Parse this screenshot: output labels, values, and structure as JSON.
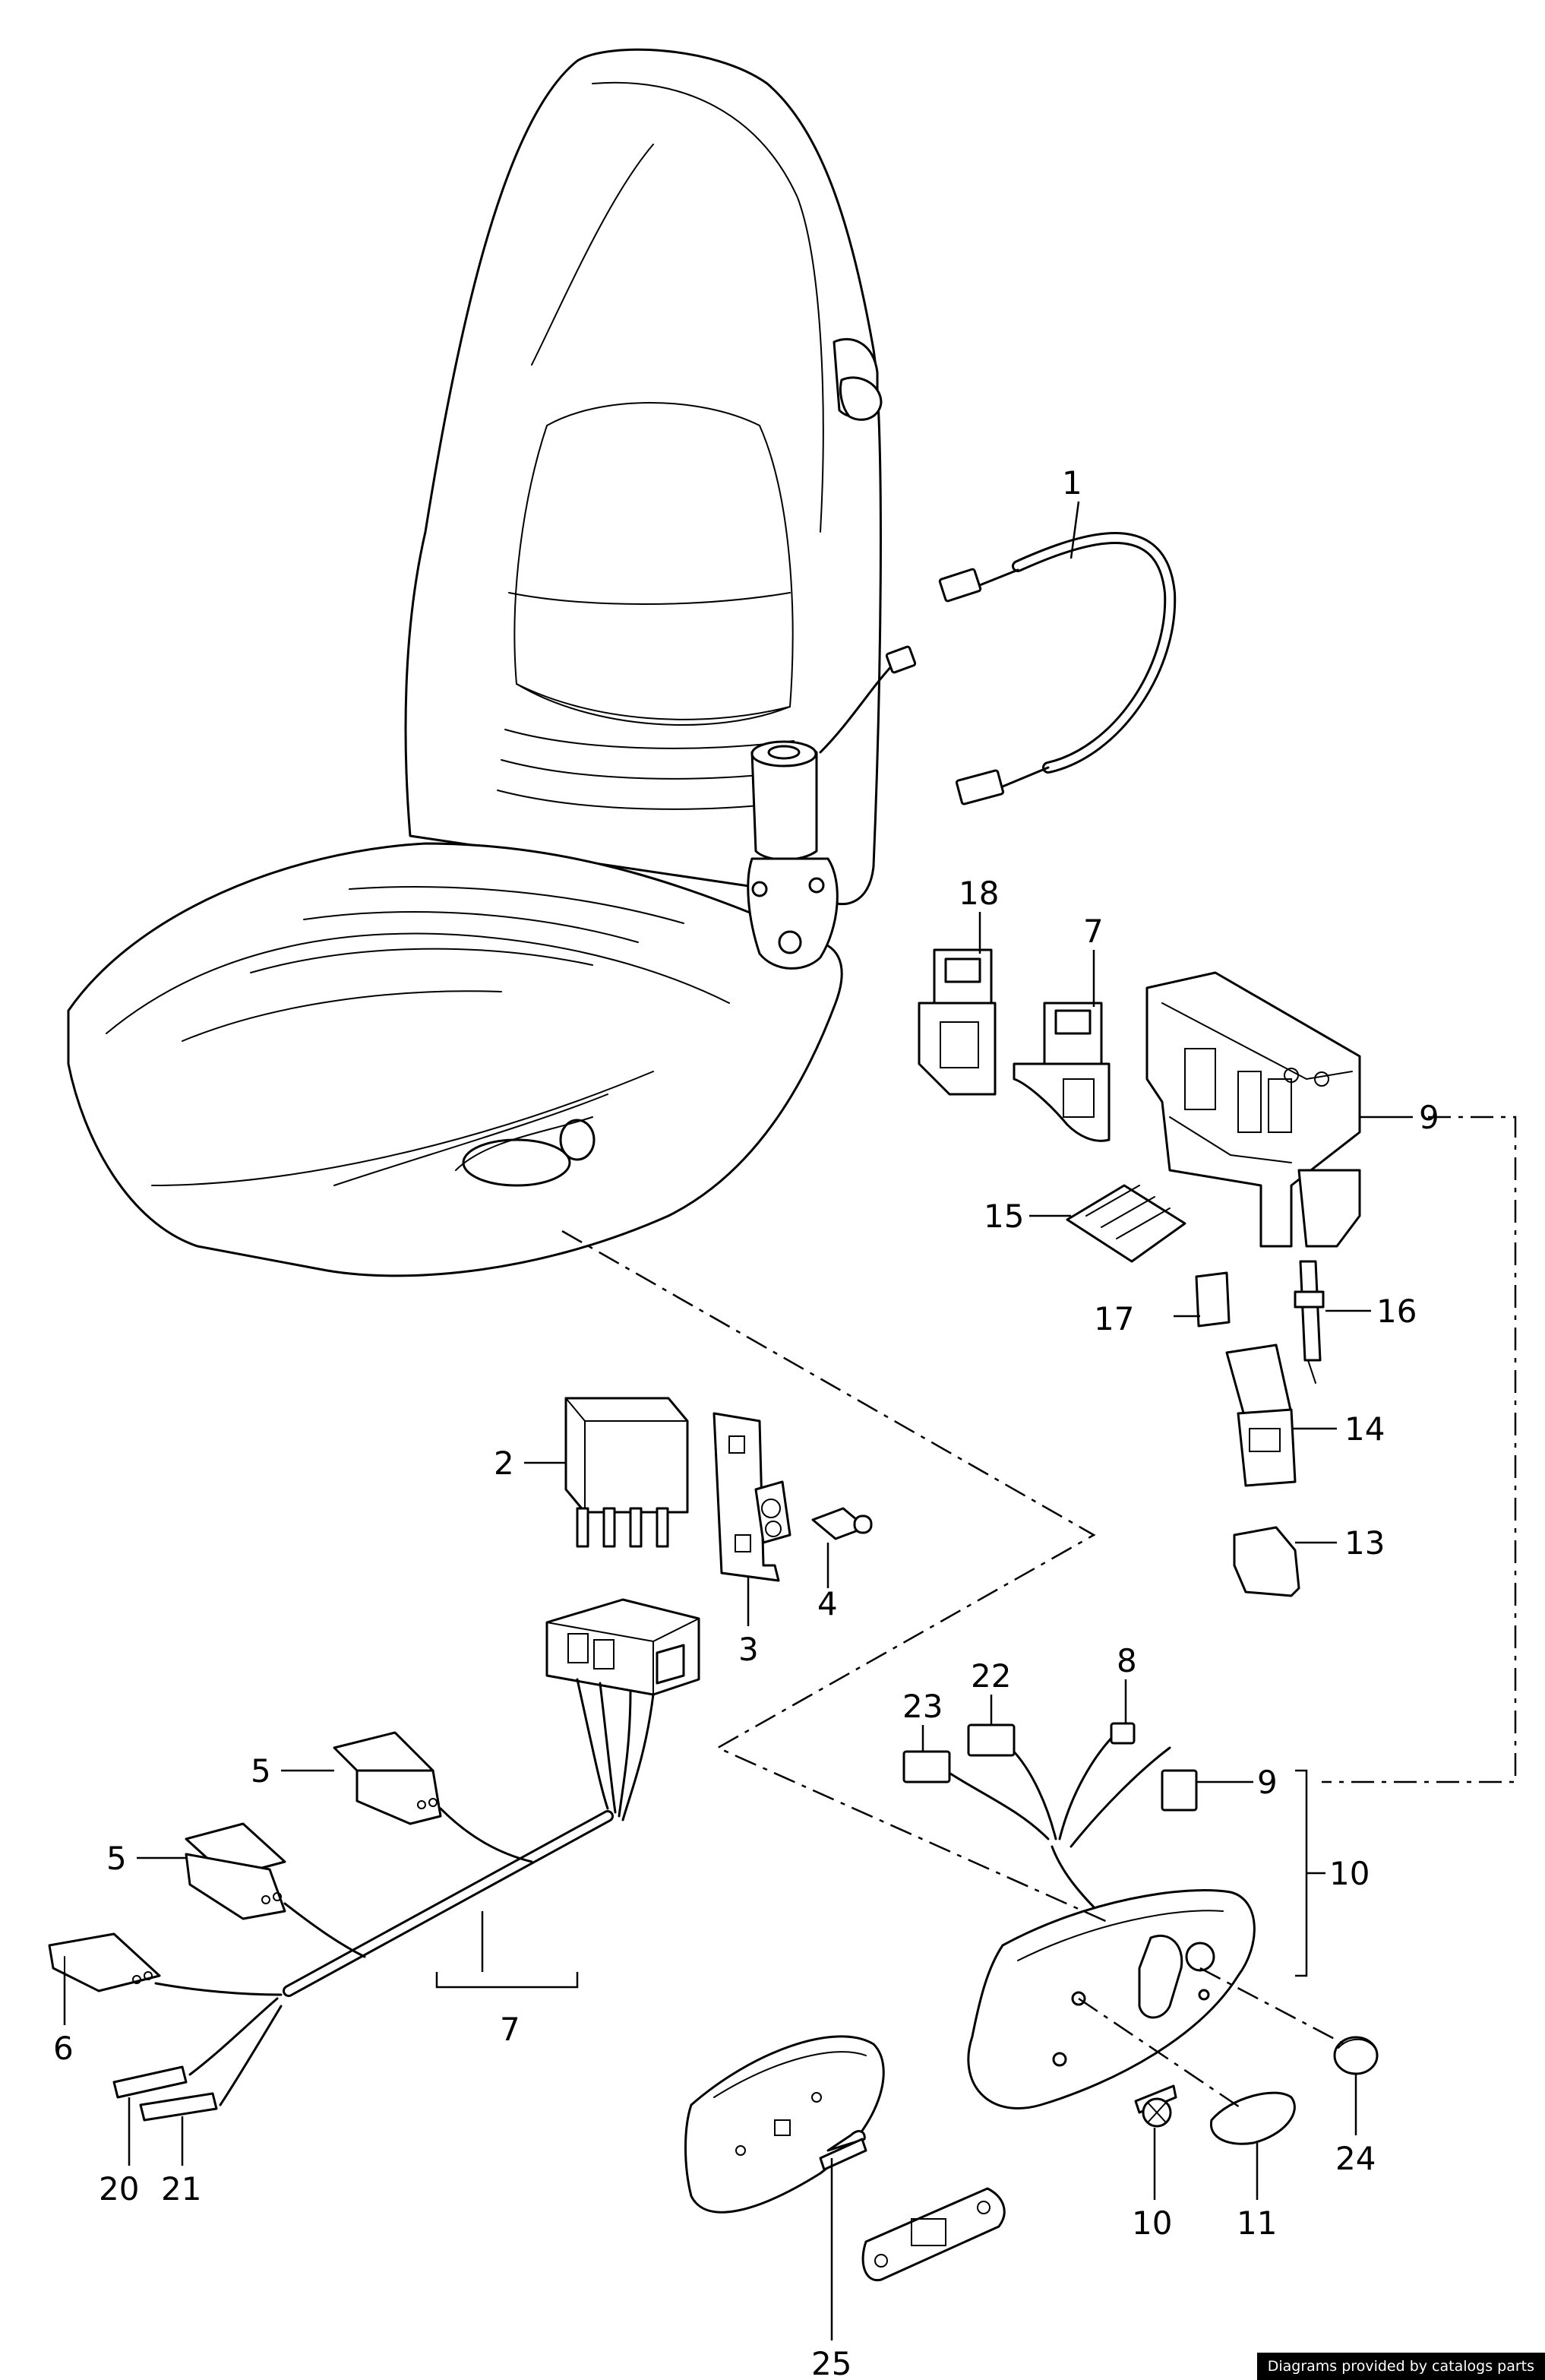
{
  "callouts": {
    "c1": "1",
    "c2": "2",
    "c3": "3",
    "c4": "4",
    "c5a": "5",
    "c5b": "5",
    "c6": "6",
    "c7a": "7",
    "c7b": "7",
    "c8": "8",
    "c9a": "9",
    "c9b": "9",
    "c10a": "10",
    "c10b": "10",
    "c11": "11",
    "c13": "13",
    "c14": "14",
    "c15": "15",
    "c16": "16",
    "c17": "17",
    "c18": "18",
    "c20": "20",
    "c21": "21",
    "c22": "22",
    "c23": "23",
    "c24": "24",
    "c25": "25"
  },
  "watermark": "Diagrams provided by catalogs parts"
}
